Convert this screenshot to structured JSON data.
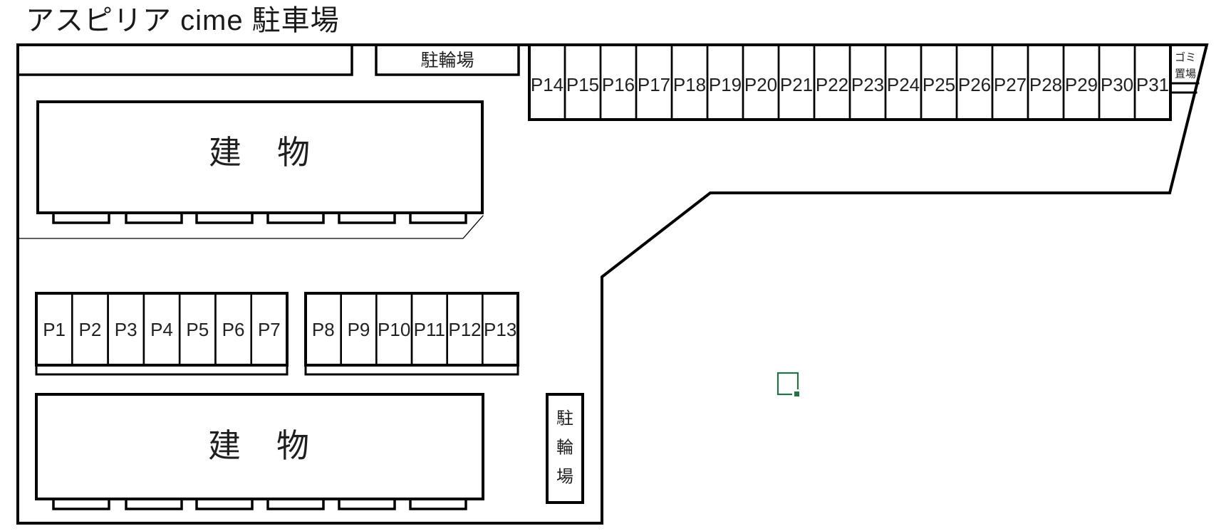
{
  "title": "アスピリア cime 駐車場",
  "labels": {
    "building": "建　物",
    "bicycle_parking_top": "駐輪場",
    "bicycle_parking_side": "駐輪場",
    "garbage_line1": "ゴミ",
    "garbage_line2": "置場"
  },
  "stalls": {
    "top_row": [
      "P14",
      "P15",
      "P16",
      "P17",
      "P18",
      "P19",
      "P20",
      "P21",
      "P22",
      "P23",
      "P24",
      "P25",
      "P26",
      "P27",
      "P28",
      "P29",
      "P30",
      "P31"
    ],
    "left_block": [
      "P1",
      "P2",
      "P3",
      "P4",
      "P5",
      "P6",
      "P7"
    ],
    "right_block": [
      "P8",
      "P9",
      "P10",
      "P11",
      "P12",
      "P13"
    ]
  },
  "colors": {
    "line": "#000000",
    "selection": "#217346"
  }
}
